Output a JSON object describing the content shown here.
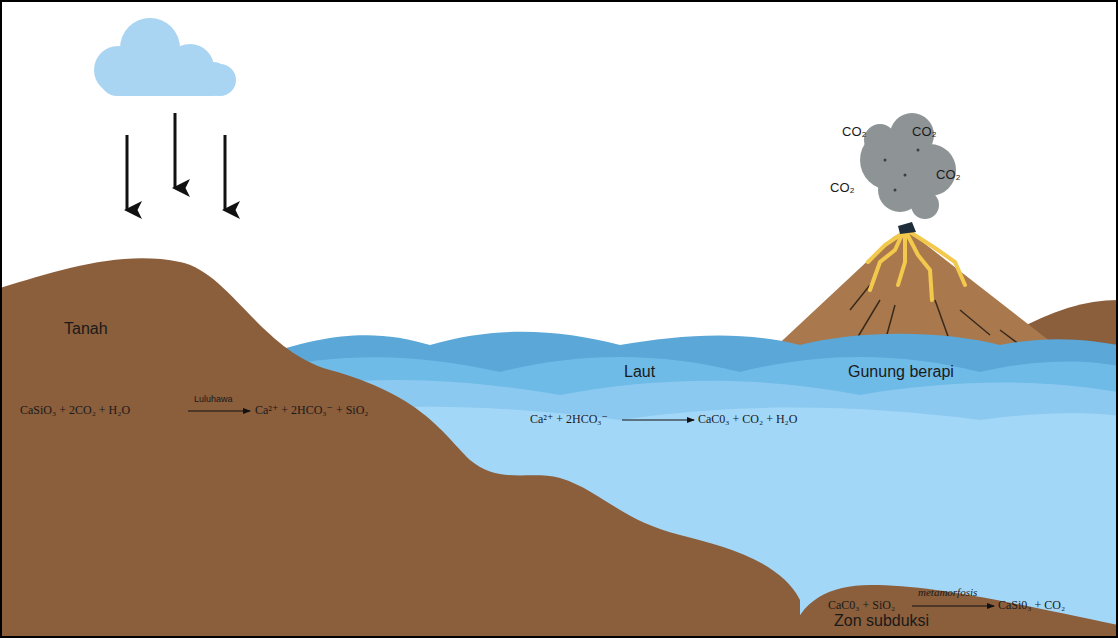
{
  "diagram": {
    "labels": [
      "Tanah",
      "CaSiO₃ + 2CO₂ + H₂O",
      "Luluhawa",
      "Ca²⁺ + 2HCO₃⁻ + SiO₂",
      "Laut",
      "Ca²⁺ + 2HCO₃⁻",
      "CaC0₃ + CO₂ + H₂O",
      "Gunung berapi",
      "CO₂",
      "CO₂",
      "CO₂",
      "CO₂",
      "CaC0₃ + SiO₂",
      "metamorfosis",
      "CaSi0₃ + CO₂",
      "Zon subduksi"
    ]
  }
}
